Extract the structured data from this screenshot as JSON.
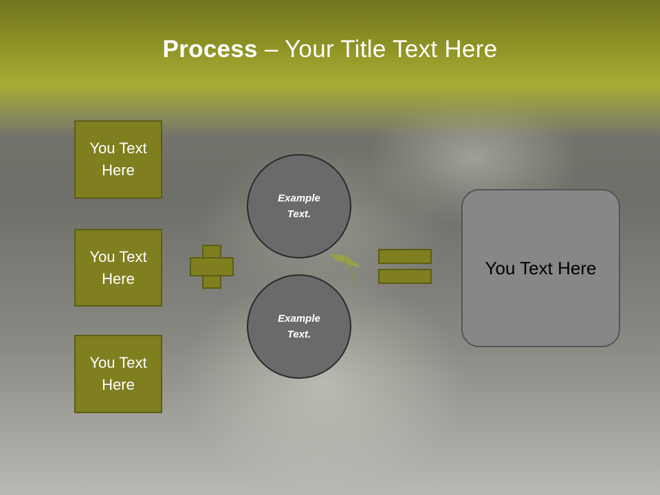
{
  "title": {
    "bold": "Process",
    "rest": " – Your Title Text Here"
  },
  "left_boxes": [
    "You Text Here",
    "You Text Here",
    "You Text Here"
  ],
  "circles": [
    "Example Text.",
    "Example Text."
  ],
  "result": "You Text Here",
  "operators": {
    "plus": "plus-sign",
    "equals": "equals-sign"
  },
  "colors": {
    "accent": "#7f7f20",
    "band": "#a8ad35",
    "circle": "#6a6a6a",
    "result": "#878787"
  }
}
